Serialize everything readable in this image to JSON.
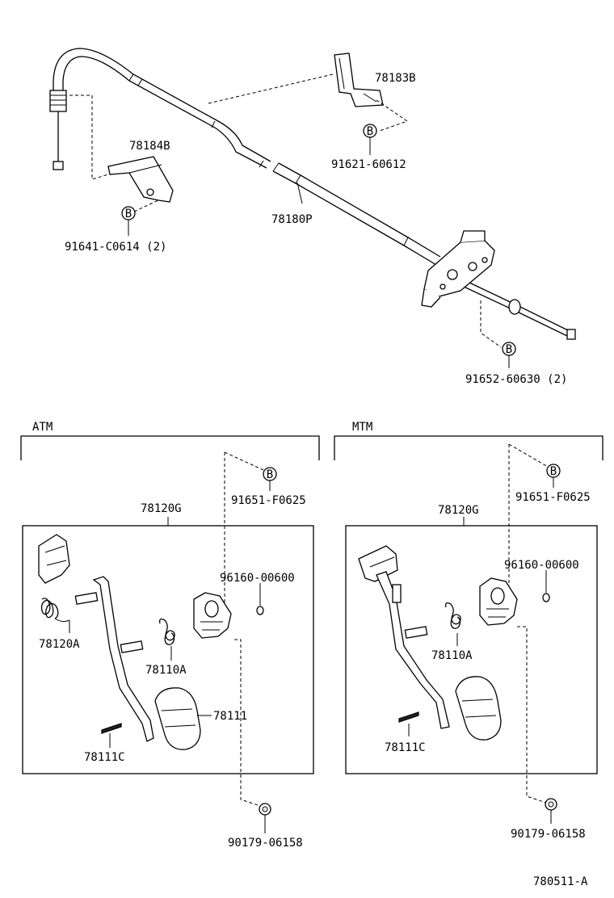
{
  "labels": {
    "p78183B": "78183B",
    "p91621": "91621-60612",
    "p78184B": "78184B",
    "p78180P": "78180P",
    "p91641": "91641-C0614 (2)",
    "p91652": "91652-60630 (2)",
    "atm": "ATM",
    "mtm": "MTM",
    "atm_91651": "91651-F0625",
    "atm_78120G": "78120G",
    "atm_96160": "96160-00600",
    "atm_78120A": "78120A",
    "atm_78110A": "78110A",
    "atm_78111": "78111",
    "atm_78111C": "78111C",
    "atm_90179": "90179-06158",
    "mtm_91651": "91651-F0625",
    "mtm_78120G": "78120G",
    "mtm_96160": "96160-00600",
    "mtm_78110A": "78110A",
    "mtm_78111C": "78111C",
    "mtm_90179": "90179-06158",
    "code": "780511-A"
  },
  "bolt_marker": "B"
}
